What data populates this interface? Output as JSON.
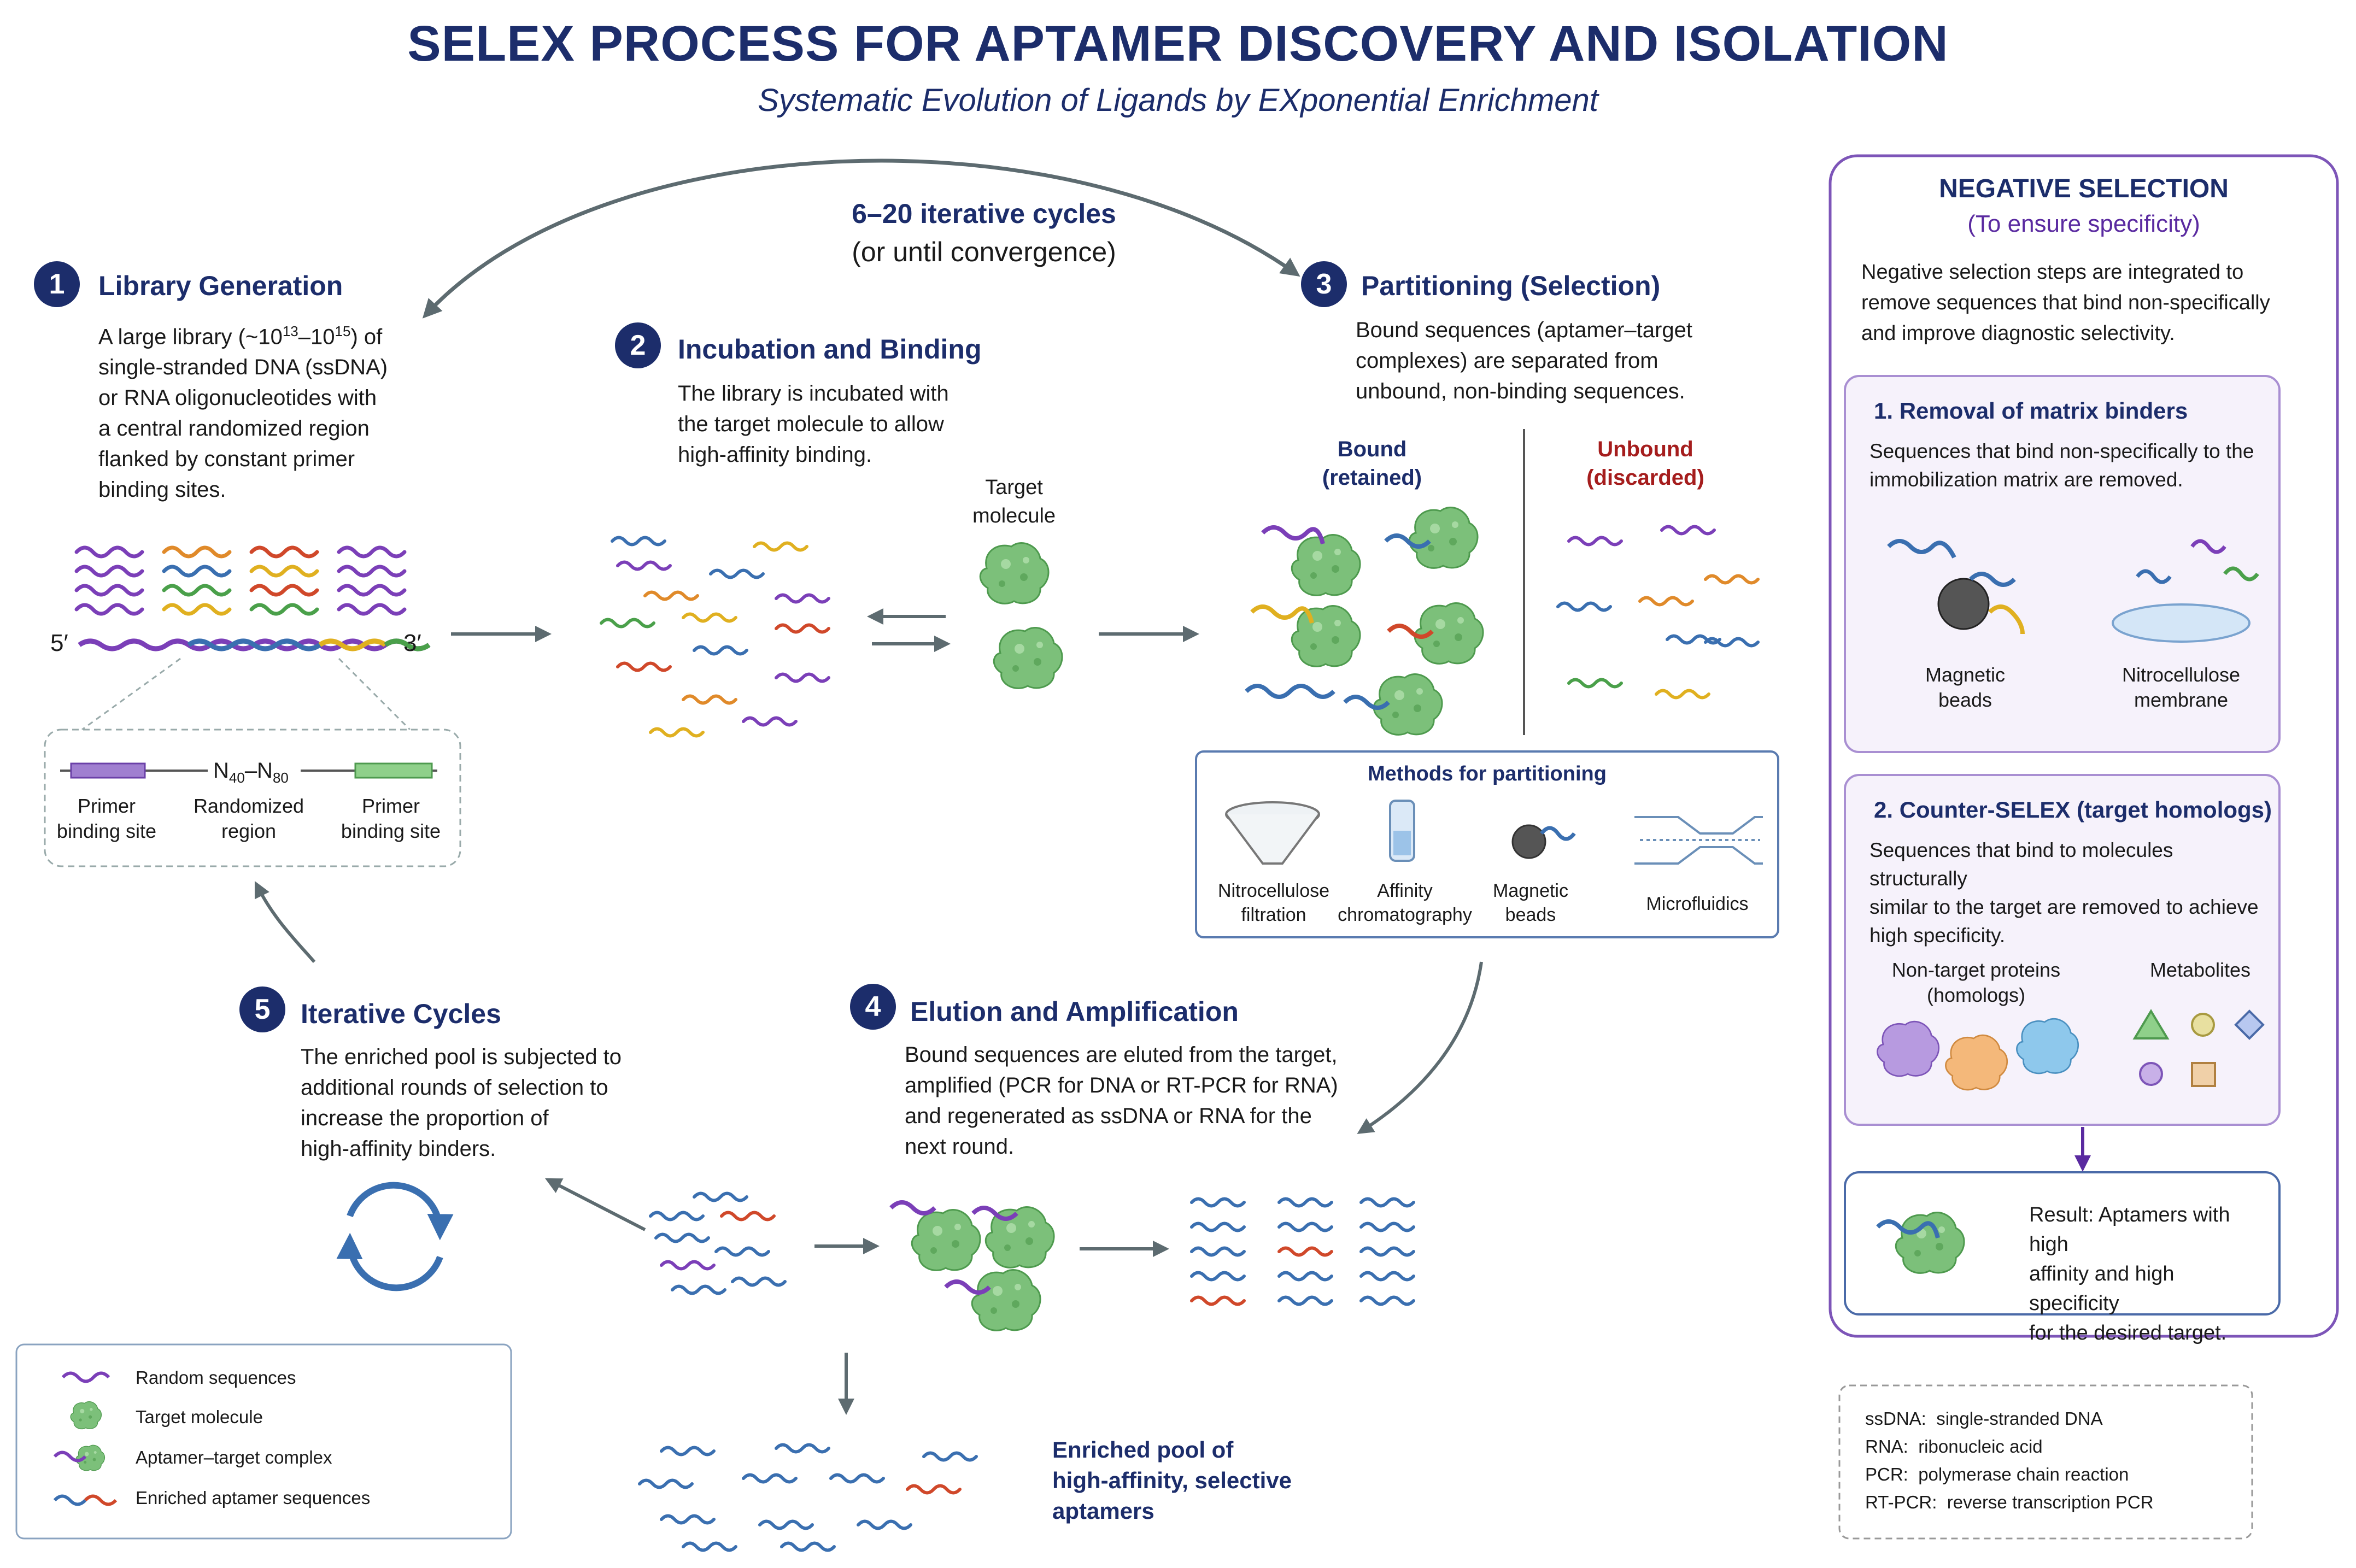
{
  "header": {
    "title": "SELEX PROCESS FOR APTAMER DISCOVERY AND ISOLATION",
    "subtitle": "Systematic Evolution of Ligands by EXponential Enrichment"
  },
  "cycle_note": {
    "line1": "6–20 iterative cycles",
    "line2": "(or until convergence)"
  },
  "steps": [
    {
      "number": "1",
      "title": "Library Generation",
      "body_lines": [
        "A large library (~10",
        "13",
        "–10",
        "15",
        ") of",
        "single-stranded DNA (ssDNA)",
        "or RNA oligonucleotides with",
        "a central randomized region",
        "flanked by constant primer",
        "binding sites."
      ]
    },
    {
      "number": "2",
      "title": "Incubation and Binding",
      "body_lines": [
        "The library is incubated with",
        "the target molecule to allow",
        "high-affinity binding."
      ]
    },
    {
      "number": "3",
      "title": "Partitioning (Selection)",
      "body_lines": [
        "Bound sequences (aptamer–target",
        "complexes) are separated from",
        "unbound, non-binding sequences."
      ]
    },
    {
      "number": "4",
      "title": "Elution and Amplification",
      "body_lines": [
        "Bound sequences are eluted from the target,",
        "amplified (PCR for DNA or RT-PCR for RNA)",
        "and regenerated as ssDNA or RNA for the",
        "next round."
      ]
    },
    {
      "number": "5",
      "title": "Iterative Cycles",
      "body_lines": [
        "The enriched pool is subjected to",
        "additional rounds of selection to",
        "increase the proportion of",
        "high-affinity binders."
      ]
    }
  ],
  "library": {
    "end5": "5′",
    "end3": "3′",
    "n_label_main": "N",
    "n_sub1": "40",
    "n_dash": "–N",
    "n_sub2": "80",
    "primer_left": [
      "Primer",
      "binding site"
    ],
    "randomized": [
      "Randomized",
      "region"
    ],
    "primer_right": [
      "Primer",
      "binding site"
    ]
  },
  "target_label": [
    "Target",
    "molecule"
  ],
  "partition": {
    "bound": [
      "Bound",
      "(retained)"
    ],
    "unbound": [
      "Unbound",
      "(discarded)"
    ],
    "methods_title": "Methods for partitioning",
    "methods": [
      {
        "icon": "funnel-icon",
        "label": [
          "Nitrocellulose",
          "filtration"
        ]
      },
      {
        "icon": "column-icon",
        "label": [
          "Affinity",
          "chromatography"
        ]
      },
      {
        "icon": "magnetic-bead-icon",
        "label": [
          "Magnetic",
          "beads"
        ]
      },
      {
        "icon": "microfluidic-chip-icon",
        "label": [
          "Microfluidics"
        ]
      }
    ]
  },
  "enriched_pool": [
    "Enriched pool of",
    "high-affinity, selective",
    "aptamers"
  ],
  "negative_selection": {
    "title": "NEGATIVE SELECTION",
    "subtitle": "(To ensure specificity)",
    "intro": [
      "Negative selection steps are integrated to",
      "remove sequences that bind non-specifically",
      "and improve diagnostic selectivity."
    ],
    "removal": {
      "title": "1. Removal of matrix binders",
      "body": [
        "Sequences that bind non-specifically to the",
        "immobilization matrix are removed."
      ],
      "items": [
        {
          "label": [
            "Magnetic",
            "beads"
          ]
        },
        {
          "label": [
            "Nitrocellulose",
            "membrane"
          ]
        }
      ]
    },
    "counter": {
      "title": "2. Counter-SELEX (target homologs)",
      "body": [
        "Sequences that bind to molecules structurally",
        "similar to the target are removed to achieve",
        "high specificity."
      ],
      "groups": [
        {
          "label": [
            "Non-target proteins",
            "(homologs)"
          ]
        },
        {
          "label": [
            "Metabolites"
          ]
        }
      ]
    },
    "result": [
      "Result: Aptamers with high",
      "affinity and high specificity",
      "for the desired target."
    ]
  },
  "legend": [
    {
      "icon": "random-sequence-icon",
      "label": "Random sequences"
    },
    {
      "icon": "target-molecule-icon",
      "label": "Target molecule"
    },
    {
      "icon": "complex-icon",
      "label": "Aptamer–target complex"
    },
    {
      "icon": "enriched-sequence-icon",
      "label": "Enriched aptamer sequences"
    }
  ],
  "abbreviations": [
    {
      "abbr": "ssDNA:",
      "full": "single-stranded DNA"
    },
    {
      "abbr": "RNA:",
      "full": "ribonucleic acid"
    },
    {
      "abbr": "PCR:",
      "full": "polymerase chain reaction"
    },
    {
      "abbr": "RT-PCR:",
      "full": "reverse transcription PCR"
    }
  ],
  "colors": {
    "navy": "#1c2d6b",
    "purple": "#5a2aa0",
    "panel_border": "#7d55b8",
    "blob_green": "#7cc07a",
    "red_label": "#a51d1d",
    "arrow_gray": "#5d6b70"
  }
}
